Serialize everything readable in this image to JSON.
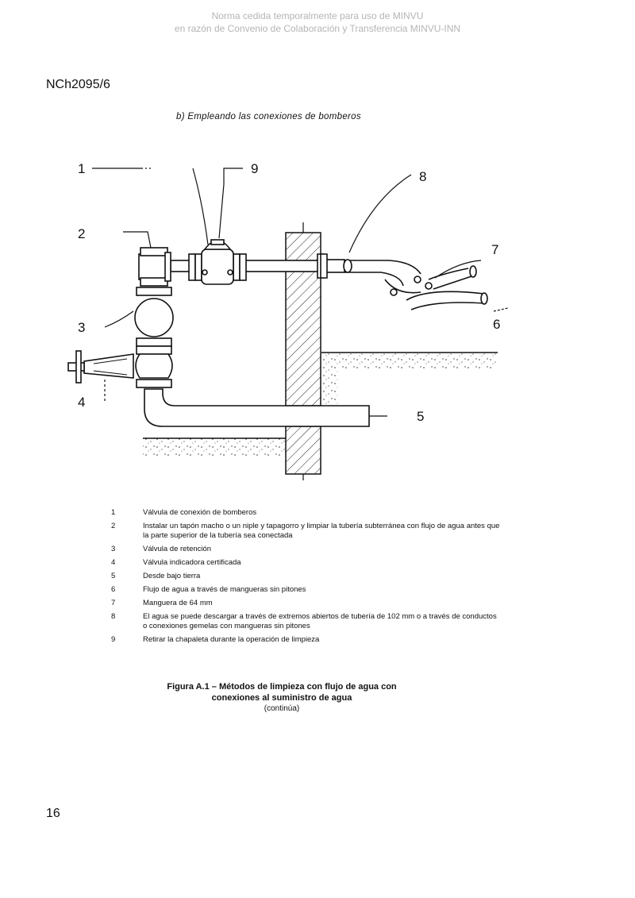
{
  "watermark": {
    "line1": "Norma cedida temporalmente para uso de MINVU",
    "line2": "en razón de Convenio de Colaboración y Transferencia MINVU-INN"
  },
  "header": {
    "doc_code": "NCh2095/6"
  },
  "subtitle": "b) Empleando las conexiones de bomberos",
  "diagram": {
    "callouts": [
      "1",
      "2",
      "3",
      "4",
      "5",
      "6",
      "7",
      "8",
      "9"
    ]
  },
  "legend": [
    {
      "num": "1",
      "text": "Válvula de conexión de bomberos"
    },
    {
      "num": "2",
      "text": "Instalar un tapón macho o un niple y tapagorro y limpiar la tubería subterránea con flujo de agua antes que la parte superior de la tubería sea conectada"
    },
    {
      "num": "3",
      "text": "Válvula de retención"
    },
    {
      "num": "4",
      "text": "Válvula indicadora certificada"
    },
    {
      "num": "5",
      "text": "Desde bajo tierra"
    },
    {
      "num": "6",
      "text": "Flujo de agua a través de mangueras sin pitones"
    },
    {
      "num": "7",
      "text": "Manguera de 64 mm"
    },
    {
      "num": "8",
      "text": "El agua se puede descargar a través de extremos abiertos de tubería de 102 mm o a través de conductos o conexiones gemelas con mangueras sin pitones"
    },
    {
      "num": "9",
      "text": "Retirar la chapaleta durante la operación de limpieza"
    }
  ],
  "caption": {
    "line1": "Figura A.1 – Métodos de limpieza con flujo de agua con",
    "line2": "conexiones al suministro de agua",
    "continued": "(continúa)"
  },
  "page_number": "16"
}
